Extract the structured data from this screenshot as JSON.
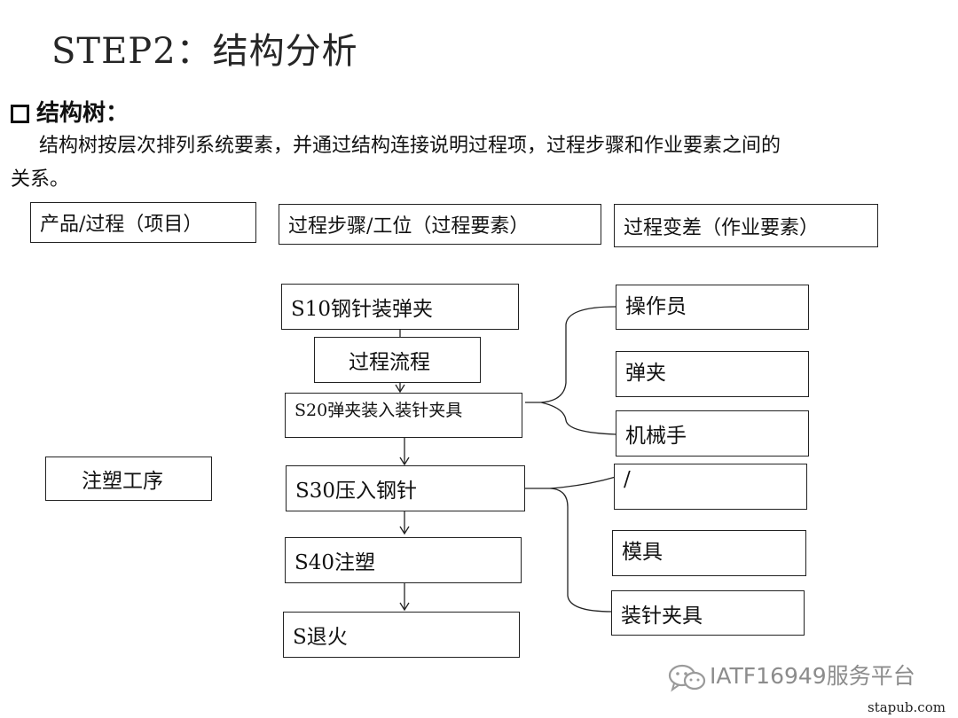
{
  "title": "STEP2：结构分析",
  "section": {
    "heading": "结构树："
  },
  "description": {
    "line1": "结构树按层次排列系统要素，并通过结构连接说明过程项，过程步骤和作业要素之间的",
    "line2": "关系。"
  },
  "headers": {
    "product": "产品/过程（项目）",
    "step": "过程步骤/工位（过程要素）",
    "variation": "过程变差（作业要素）"
  },
  "product_item": "注塑工序",
  "process_flow_label": "过程流程",
  "steps": [
    "S10钢针装弹夹",
    "S20弹夹装入装针夹具",
    "S30压入钢针",
    "S40注塑",
    "S退火"
  ],
  "elements_group1": [
    "操作员",
    "弹夹",
    "机械手"
  ],
  "elements_group2": [
    "/",
    "模具",
    "装针夹具"
  ],
  "watermark": {
    "text": "IATF16949服务平台",
    "site": "stapub.com"
  },
  "icons": {
    "section_marker": "hollow-square-icon",
    "watermark_logo": "wechat-chat-bubbles-icon"
  }
}
